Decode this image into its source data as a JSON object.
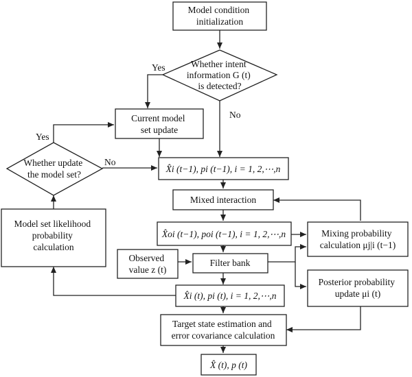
{
  "nodes": {
    "init": {
      "lines": [
        "Model condition",
        "initialization"
      ]
    },
    "intent_decision": {
      "lines": [
        "Whether intent",
        "information G (t)",
        "is detected?"
      ]
    },
    "model_set_update": {
      "lines": [
        "Current model",
        "set update"
      ]
    },
    "update_decision": {
      "lines": [
        "Whether update",
        "the model set?"
      ]
    },
    "state_prior": {
      "lines": [
        "X̂i (t−1), pi (t−1), i = 1, 2,⋯,n"
      ]
    },
    "mixed_interaction": {
      "lines": [
        "Mixed interaction"
      ]
    },
    "mixed_state": {
      "lines": [
        "X̂oi (t−1), poi (t−1), i = 1, 2,⋯,n"
      ]
    },
    "mixing_prob": {
      "lines": [
        "Mixing probability",
        "calculation μj|i (t−1)"
      ]
    },
    "observed": {
      "lines": [
        "Observed",
        "value z (t)"
      ]
    },
    "filter_bank": {
      "lines": [
        "Filter bank"
      ]
    },
    "posterior_prob": {
      "lines": [
        "Posterior probability",
        "update μi (t)"
      ]
    },
    "likelihood": {
      "lines": [
        "Model set likelihood",
        "probability",
        "calculation"
      ]
    },
    "state_post": {
      "lines": [
        "X̂i (t), pi (t), i = 1, 2,⋯,n"
      ]
    },
    "estimation": {
      "lines": [
        "Target state estimation and",
        "error covariance calculation"
      ]
    },
    "output": {
      "lines": [
        "X̂ (t), p (t)"
      ]
    }
  },
  "edge_labels": {
    "yes_intent": "Yes",
    "no_intent": "No",
    "yes_update": "Yes",
    "no_update": "No"
  }
}
